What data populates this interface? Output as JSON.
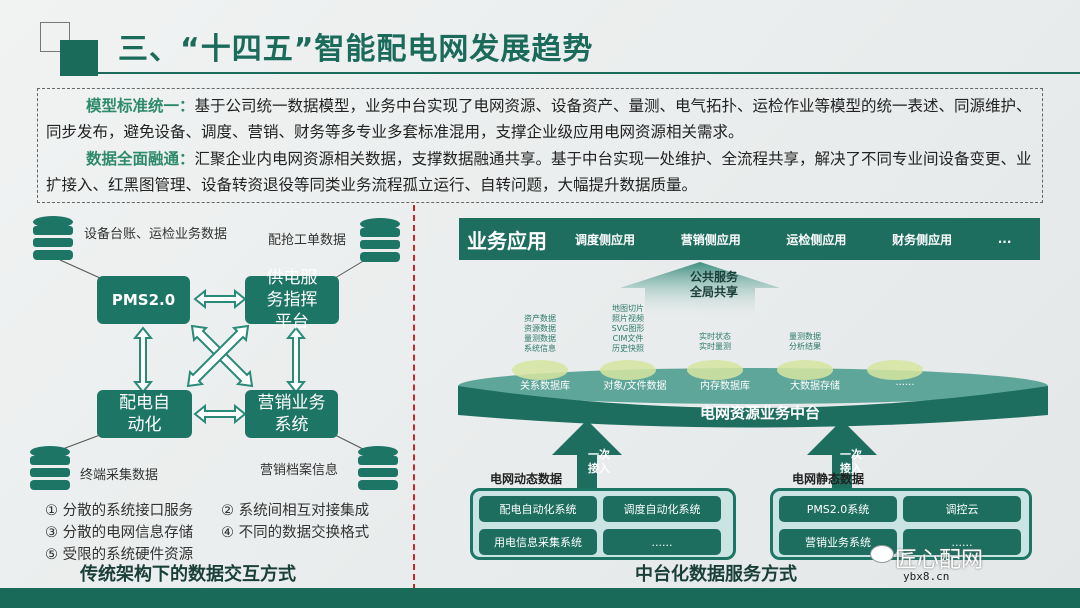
{
  "header": {
    "title": "三、“十四五”智能配电网发展趋势"
  },
  "intro": {
    "p1_head": "模型标准统一：",
    "p1_body": "基于公司统一数据模型，业务中台实现了电网资源、设备资产、量测、电气拓扑、运检作业等模型的统一表述、同源维护、同步发布，避免设备、调度、营销、财务等多专业多套标准混用，支撑企业级应用电网资源相关需求。",
    "p2_head": "数据全面融通：",
    "p2_body": "汇聚企业内电网资源相关数据，支撑数据融通共享。基于中台实现一处维护、全流程共享，解决了不同专业间设备变更、业扩接入、红黑图管理、设备转资退役等同类业务流程孤立运行、自转问题，大幅提升数据质量。"
  },
  "left": {
    "systems": [
      "PMS2.0",
      "供电服务指挥平台",
      "配电自动化",
      "营销业务系统"
    ],
    "db_labels": [
      "设备台账、运检业务数据",
      "配抢工单数据",
      "终端采集数据",
      "营销档案信息"
    ],
    "bullets": [
      "① 分散的系统接口服务",
      "② 系统间相互对接集成",
      "③ 分散的电网信息存储",
      "④ 不同的数据交换格式",
      "⑤ 受限的系统硬件资源"
    ],
    "caption": "传统架构下的数据交互方式"
  },
  "right": {
    "banner_title": "业务应用",
    "apps": [
      "调度侧应用",
      "营销侧应用",
      "运检侧应用",
      "财务侧应用",
      "..."
    ],
    "shared": "公共服务\n全局共享",
    "stores": [
      {
        "name": "关系数据库",
        "items": "资产数据\n资源数据\n量测数据\n系统信息"
      },
      {
        "name": "对象/文件数据",
        "items": "地图切片\n照片视频\nSVG图形\nCIM文件\n历史快照"
      },
      {
        "name": "内存数据库",
        "items": "实时状态\n实时量测"
      },
      {
        "name": "大数据存储",
        "items": "量测数据\n分析结果"
      },
      {
        "name": "......",
        "items": ""
      }
    ],
    "platform": "电网资源业务中台",
    "access": "一次\n接入",
    "dynamic": {
      "label": "电网动态数据",
      "systems": [
        "配电自动化系统",
        "调度自动化系统",
        "用电信息采集系统",
        "......"
      ]
    },
    "static": {
      "label": "电网静态数据",
      "systems": [
        "PMS2.0系统",
        "调控云",
        "营销业务系统",
        "......"
      ]
    },
    "caption": "中台化数据服务方式"
  },
  "watermark": {
    "name": "匠心配网",
    "url": "ybx8.cn"
  },
  "colors": {
    "primary": "#1d6e5f",
    "accent": "#2f8a6c",
    "divider": "#c62828"
  }
}
